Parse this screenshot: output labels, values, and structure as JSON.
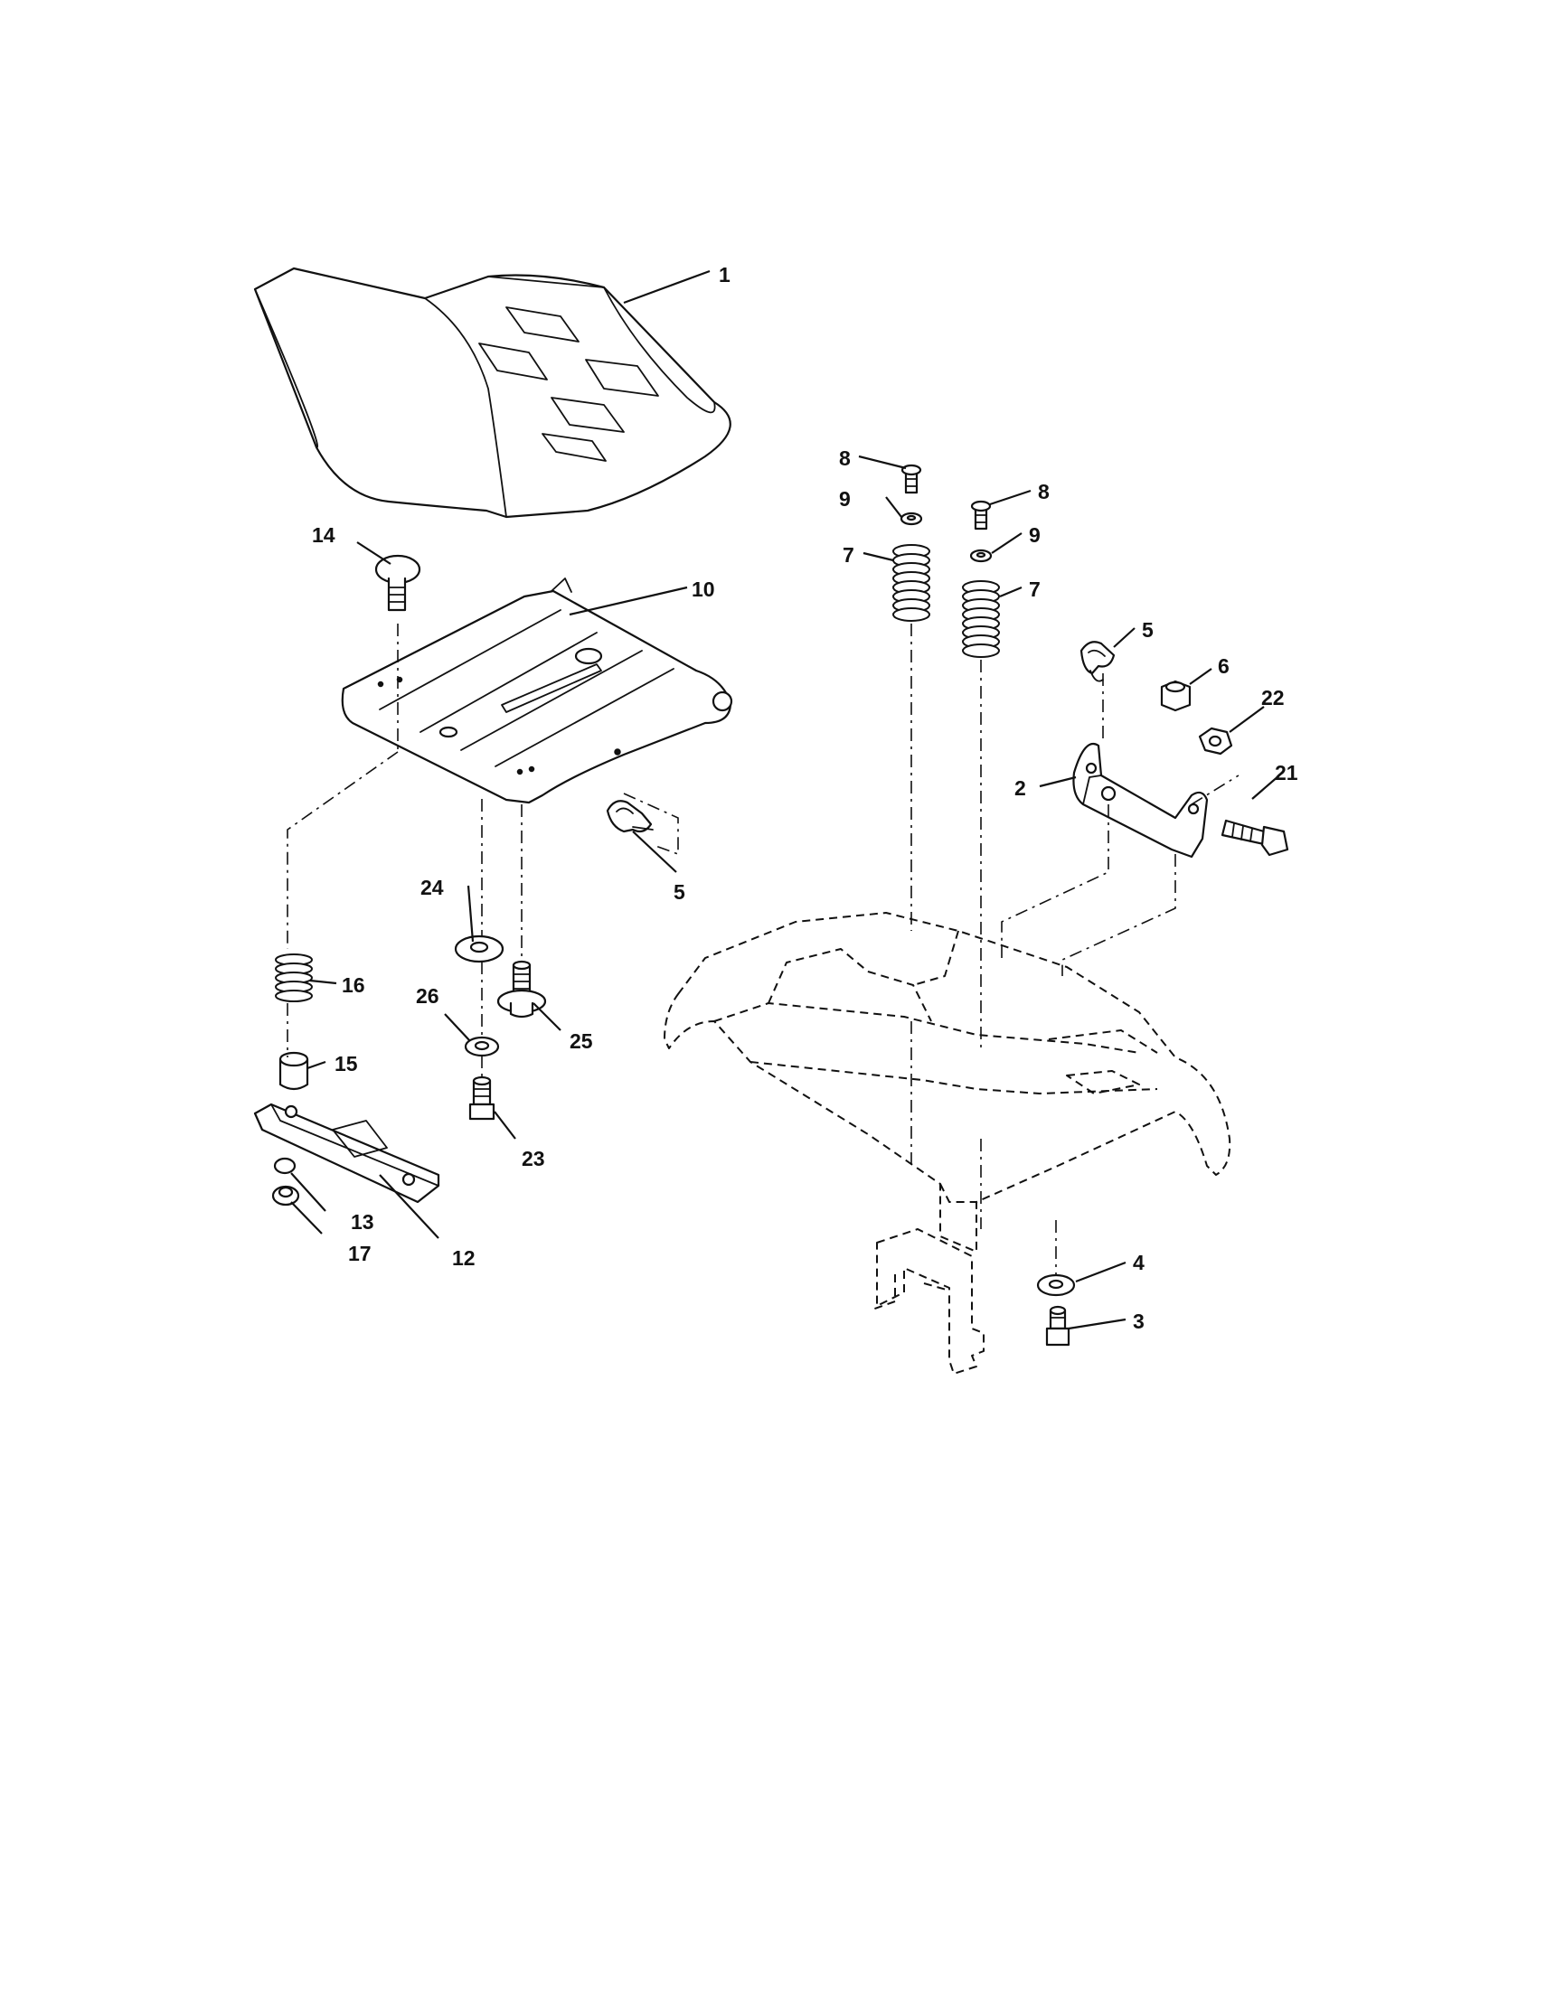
{
  "callouts": [
    {
      "id": "c1",
      "text": "1"
    },
    {
      "id": "c2",
      "text": "2"
    },
    {
      "id": "c3",
      "text": "3"
    },
    {
      "id": "c4",
      "text": "4"
    },
    {
      "id": "c5a",
      "text": "5"
    },
    {
      "id": "c5b",
      "text": "5"
    },
    {
      "id": "c6",
      "text": "6"
    },
    {
      "id": "c7a",
      "text": "7"
    },
    {
      "id": "c7b",
      "text": "7"
    },
    {
      "id": "c8a",
      "text": "8"
    },
    {
      "id": "c8b",
      "text": "8"
    },
    {
      "id": "c9a",
      "text": "9"
    },
    {
      "id": "c9b",
      "text": "9"
    },
    {
      "id": "c10",
      "text": "10"
    },
    {
      "id": "c12",
      "text": "12"
    },
    {
      "id": "c13",
      "text": "13"
    },
    {
      "id": "c14",
      "text": "14"
    },
    {
      "id": "c15",
      "text": "15"
    },
    {
      "id": "c16",
      "text": "16"
    },
    {
      "id": "c17",
      "text": "17"
    },
    {
      "id": "c21",
      "text": "21"
    },
    {
      "id": "c22",
      "text": "22"
    },
    {
      "id": "c23",
      "text": "23"
    },
    {
      "id": "c24",
      "text": "24"
    },
    {
      "id": "c25",
      "text": "25"
    },
    {
      "id": "c26",
      "text": "26"
    }
  ]
}
